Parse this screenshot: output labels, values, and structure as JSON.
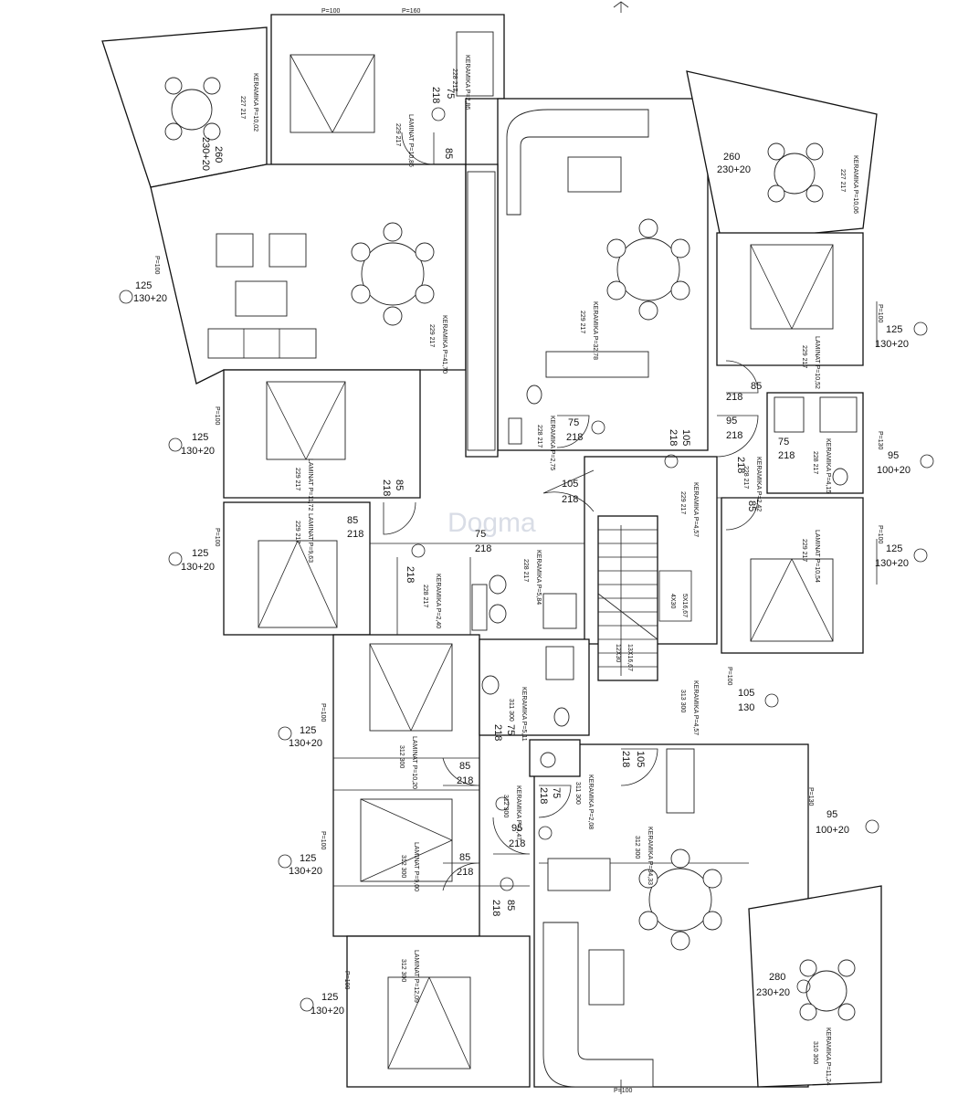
{
  "room_labels": [
    {
      "text": "KERAMIKA P=10,02",
      "h": "227 217"
    },
    {
      "text": "LAMINAT P=10,86",
      "h": "229 217"
    },
    {
      "text": "KERAMIKA P=2,86",
      "h": "228 217"
    },
    {
      "text": "KERAMIKA P=41,70",
      "h": "229 217"
    },
    {
      "text": "KERAMIKA P=32,78",
      "h": "229 217"
    },
    {
      "text": "KERAMIKA P=10,06",
      "h": "227 217"
    },
    {
      "text": "LAMINAT P=10,52",
      "h": "229 217"
    },
    {
      "text": "LAMINAT P=11,72",
      "h": "229 217"
    },
    {
      "text": "LAMINAT P=9,63",
      "h": "229 217"
    },
    {
      "text": "KERAMIKA P=2,75",
      "h": "228 217"
    },
    {
      "text": "KERAMIKA P=4,57",
      "h": "229 217"
    },
    {
      "text": "KERAMIKA P=4,15",
      "h": "228 217"
    },
    {
      "text": "KERAMIKA P=2,42",
      "h": "228 217"
    },
    {
      "text": "LAMINAT P=10,54",
      "h": "229 217"
    },
    {
      "text": "KERAMIKA P=5,84",
      "h": "228 217"
    },
    {
      "text": "KERAMIKA P=2,40",
      "h": "228 217"
    },
    {
      "text": "LAMINAT P=10,20",
      "h": "312 300"
    },
    {
      "text": "KERAMIKA P=5,11",
      "h": "311 300"
    },
    {
      "text": "KERAMIKA P=4,57",
      "h": "313 300"
    },
    {
      "text": "KERAMIKA P=2,08",
      "h": "311 300"
    },
    {
      "text": "KERAMIKA P=3,47",
      "h": "312 300"
    },
    {
      "text": "LAMINAT P=9,00",
      "h": "312 300"
    },
    {
      "text": "KERAMIKA P=34,33",
      "h": "312 300"
    },
    {
      "text": "LAMINAT P=12,09",
      "h": "312 300"
    },
    {
      "text": "KERAMIKA P=11,24",
      "h": "310 300"
    }
  ],
  "window_dims": [
    {
      "w": "125",
      "h": "130+20"
    },
    {
      "w": "260",
      "h": "230+20"
    },
    {
      "w": "95",
      "h": "100+20"
    },
    {
      "w": "105",
      "h": "130"
    },
    {
      "w": "280",
      "h": "230+20"
    }
  ],
  "parapets": [
    "P=100",
    "P=160",
    "P=130"
  ],
  "doors": [
    {
      "w": "85",
      "h": "218"
    },
    {
      "w": "75",
      "h": "218"
    },
    {
      "w": "95",
      "h": "218"
    },
    {
      "w": "105",
      "h": "218"
    }
  ],
  "stair": {
    "a": "5X16,67",
    "b": "4X30",
    "c": "13X16,67",
    "d": "12X30"
  },
  "watermark": "Dogma"
}
